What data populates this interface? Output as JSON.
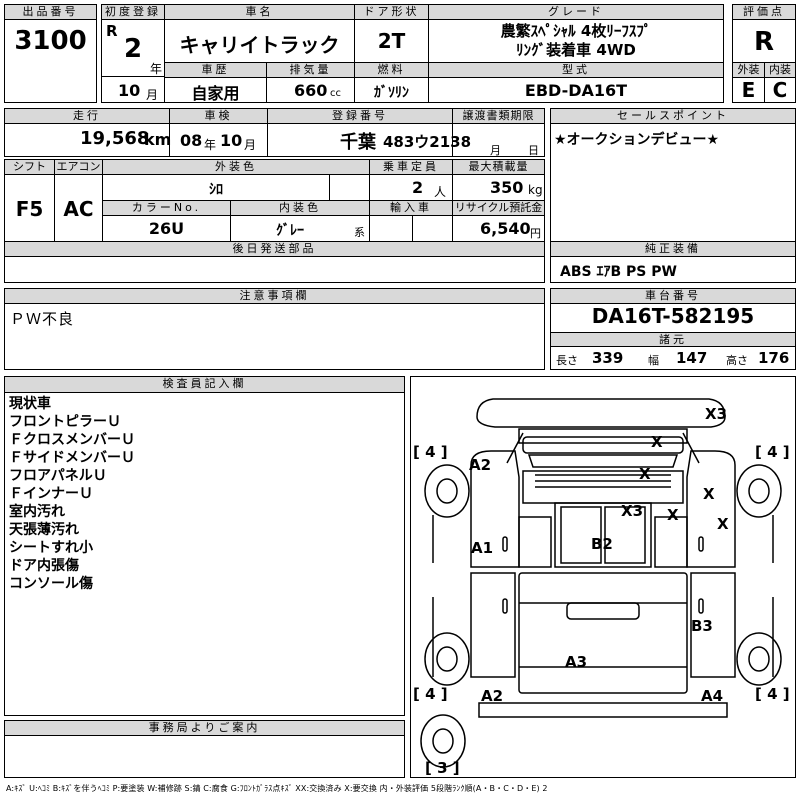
{
  "header": {
    "lot_label": "出品番号",
    "lot": "3100",
    "first_reg_label": "初度登録",
    "era": "R",
    "year": "2",
    "year_unit": "年",
    "month": "10",
    "month_unit": "月",
    "car_name_label": "車名",
    "car_name": "キャリイトラック",
    "door_label": "ドア形状",
    "door": "2T",
    "grade_label": "グレード",
    "grade_line1": "農繁ｽﾍﾟｼｬﾙ 4枚ﾘｰﾌｽﾌﾟ",
    "grade_line2": "ﾘﾝｸﾞ装着車 4WD",
    "score_label": "評価点",
    "score": "R",
    "history_label": "車歴",
    "history": "自家用",
    "displacement_label": "排気量",
    "displacement": "660",
    "displacement_unit": "cc",
    "fuel_label": "燃料",
    "fuel": "ｶﾞｿﾘﾝ",
    "model_label": "型式",
    "model": "EBD-DA16T",
    "exterior_label": "外装",
    "exterior": "E",
    "interior_label": "内装",
    "interior": "C"
  },
  "row2": {
    "mileage_label": "走行",
    "mileage": "19,568",
    "mileage_unit": "km",
    "inspection_label": "車検",
    "insp_year": "08",
    "insp_year_unit": "年",
    "insp_month": "10",
    "insp_month_unit": "月",
    "plate_label": "登録番号",
    "plate_area": "千葉",
    "plate_num": "483ウ2138",
    "transfer_label": "譲渡書類期限",
    "transfer_month": "月",
    "transfer_day": "日",
    "selling_label": "セールスポイント",
    "selling": "★オークションデビュー★"
  },
  "row3": {
    "shift_label": "シフト",
    "shift": "F5",
    "ac_label": "エアコン",
    "ac": "AC",
    "ext_color_label": "外装色",
    "ext_color": "ｼﾛ",
    "capacity_label": "乗車定員",
    "capacity": "2",
    "capacity_unit": "人",
    "max_load_label": "最大積載量",
    "max_load": "350",
    "max_load_unit": "kg",
    "color_no_label": "カラーNo.",
    "color_no": "26U",
    "int_color_label": "内装色",
    "int_color": "ｸﾞﾚｰ",
    "int_color_unit": "系",
    "import_label": "輸入車",
    "recycle_label": "リサイクル預託金",
    "recycle": "6,540",
    "recycle_unit": "円"
  },
  "parts_label": "後日発送部品",
  "equipment_label": "純正装備",
  "equipment": "ABS ｴｱB PS PW",
  "notes_label": "注意事項欄",
  "notes": "ＰＷ不良",
  "chassis_label": "車台番号",
  "chassis": "DA16T-582195",
  "specs_label": "諸元",
  "specs": {
    "length_label": "長さ",
    "length": "339",
    "width_label": "幅",
    "width": "147",
    "height_label": "高さ",
    "height": "176"
  },
  "inspector_label": "検査員記入欄",
  "inspector_notes": [
    "現状車",
    "フロントピラーＵ",
    "ＦクロスメンバーＵ",
    "ＦサイドメンバーＵ",
    "フロアパネルＵ",
    "ＦインナーＵ",
    "室内汚れ",
    "天張薄汚れ",
    "シートすれ小",
    "ドア内張傷",
    "コンソール傷"
  ],
  "office_label": "事務局よりご案内",
  "diagram": {
    "tires": {
      "fl": "[ 4 ]",
      "fr": "[ 4 ]",
      "rl": "[ 4 ]",
      "rr": "[ 4 ]",
      "spare": "[ 3 ]"
    },
    "marks": [
      "X3",
      "X",
      "X",
      "X",
      "X3",
      "X",
      "X",
      "A2",
      "A1",
      "B2",
      "B3",
      "A3",
      "A2",
      "A4"
    ]
  },
  "legend": "A:ｷｽﾞ U:ﾍｺﾐ B:ｷｽﾞを伴うﾍｺﾐ P:要塗装 W:補修跡 S:錆 C:腐食 G:ﾌﾛﾝﾄｶﾞﾗｽ点ｷｽﾞ XX:交換済み X:要交換 内・外装評価 5段階ﾗﾝｸ順(A・B・C・D・E) 2"
}
